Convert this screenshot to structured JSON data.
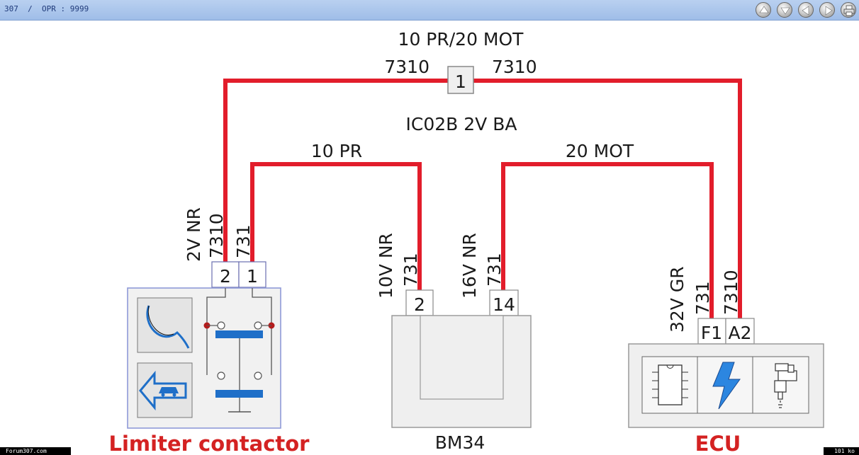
{
  "header": {
    "breadcrumb": "307  /  OPR : 9999",
    "nav_buttons": [
      {
        "name": "nav-up-button",
        "icon": "arrow-up-icon"
      },
      {
        "name": "nav-down-button",
        "icon": "arrow-down-icon"
      },
      {
        "name": "nav-back-button",
        "icon": "arrow-left-icon"
      },
      {
        "name": "nav-forward-button",
        "icon": "arrow-right-icon"
      },
      {
        "name": "print-button",
        "icon": "printer-icon"
      }
    ]
  },
  "colors": {
    "wire": "#e21d2b",
    "title_red": "#d42222",
    "box_border": "#9a9a9a",
    "limiter_border": "#8f9ad8",
    "symbol_blue": "#1f6fc8"
  },
  "diagram": {
    "splice": {
      "title": "10 PR/20 MOT",
      "wire_left": "7310",
      "wire_right": "7310",
      "pin": "1"
    },
    "harness_label": "IC02B 2V BA",
    "wire_10pr": "10 PR",
    "wire_20mot": "20 MOT",
    "limiter": {
      "label": "Limiter contactor",
      "conn_label": "2V NR",
      "pins": [
        {
          "pin": "2",
          "wire": "7310"
        },
        {
          "pin": "1",
          "wire": "731"
        }
      ],
      "icons": [
        "curve-arrow-icon",
        "car-arrow-icon",
        "switch-contact-icon"
      ]
    },
    "bm34": {
      "label": "BM34",
      "conn_a": {
        "label": "10V NR",
        "wire": "731",
        "pin": "2"
      },
      "conn_b": {
        "label": "16V NR",
        "wire": "731",
        "pin": "14"
      }
    },
    "ecu": {
      "label": "ECU",
      "conn_label": "32V GR",
      "pins": [
        {
          "pin": "F1",
          "wire": "731"
        },
        {
          "pin": "A2",
          "wire": "7310"
        }
      ],
      "icons": [
        "chip-icon",
        "lightning-icon",
        "injector-icon"
      ]
    }
  },
  "footer": {
    "left": "Forum307.com",
    "right": "101 ko"
  }
}
